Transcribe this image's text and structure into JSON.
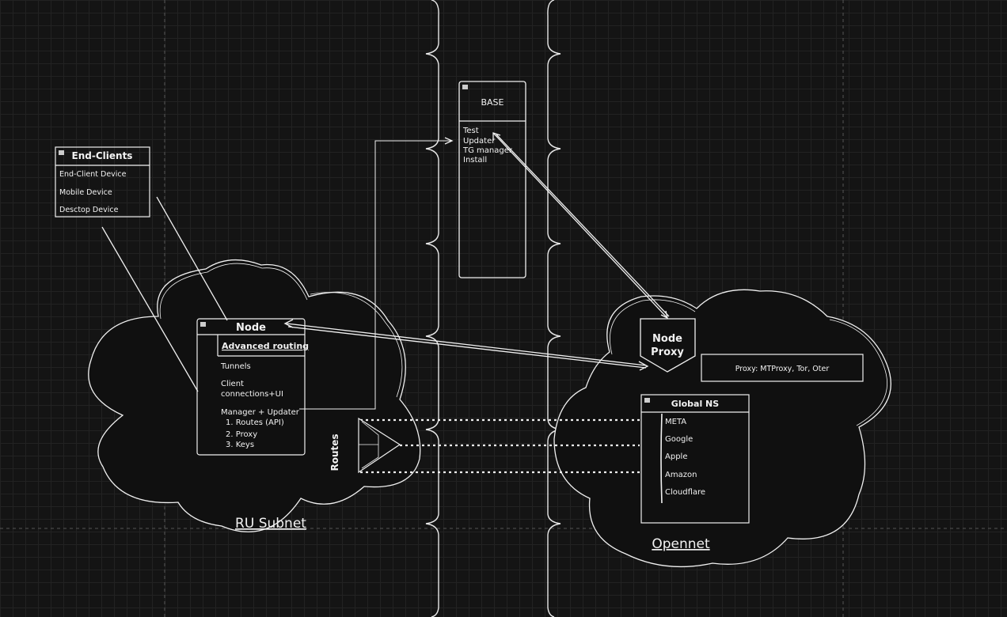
{
  "end_clients": {
    "title": "End-Clients",
    "items": [
      "End-Client Device",
      "Mobile Device",
      "Desctop Device"
    ]
  },
  "base": {
    "title": "BASE",
    "items": [
      "Test",
      "Updater",
      "TG manager",
      "Install"
    ]
  },
  "node": {
    "title": "Node",
    "subtitle": "Advanced routing",
    "items": [
      "Tunnels",
      "Client",
      "connections+UI",
      "Manager + Updater",
      "1. Routes (API)",
      "2. Proxy",
      "3. Keys"
    ]
  },
  "routes_label": "Routes",
  "ru_subnet_label": "RU Subnet",
  "node_proxy": {
    "line1": "Node",
    "line2": "Proxy"
  },
  "proxy_box": "Proxy: MTProxy, Tor, Oter",
  "global_ns": {
    "title": "Global NS",
    "items": [
      "META",
      "Google",
      "Apple",
      "Amazon",
      "Cloudflare"
    ]
  },
  "opennet_label": "Opennet",
  "colors": {
    "background": "#141414",
    "stroke": "#f0f0f0",
    "cloud_fill": "#101010"
  }
}
